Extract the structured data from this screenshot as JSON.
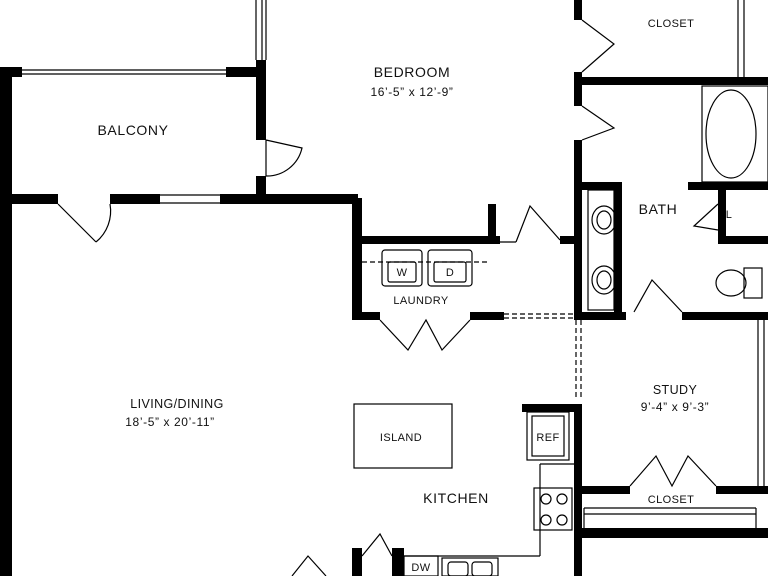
{
  "rooms": {
    "closet_top": {
      "name": "CLOSET"
    },
    "bedroom": {
      "name": "BEDROOM",
      "dimensions": "16’-5” x 12’-9”"
    },
    "balcony": {
      "name": "BALCONY"
    },
    "bath": {
      "name": "BATH"
    },
    "laundry": {
      "name": "LAUNDRY"
    },
    "living_dining": {
      "name": "LIVING/DINING",
      "dimensions": "18’-5” x 20’-11”"
    },
    "study": {
      "name": "STUDY",
      "dimensions": "9’-4” x 9’-3”"
    },
    "kitchen": {
      "name": "KITCHEN"
    },
    "closet_bottom": {
      "name": "CLOSET"
    }
  },
  "fixtures": {
    "washer": "W",
    "dryer": "D",
    "linen": "L",
    "island": "ISLAND",
    "refrigerator": "REF",
    "dishwasher": "DW"
  },
  "colors": {
    "wall": "#000000",
    "background": "#ffffff"
  }
}
